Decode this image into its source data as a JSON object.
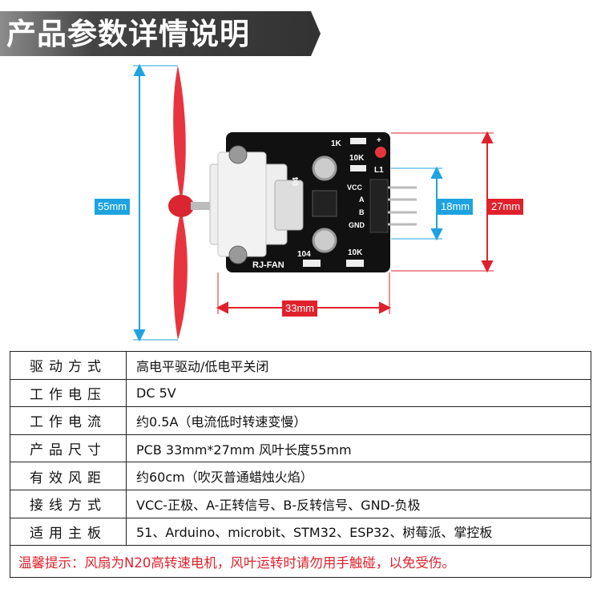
{
  "header": {
    "title": "产品参数详情说明"
  },
  "dimensions": {
    "height_fan": "55mm",
    "pin_span": "18mm",
    "board_height": "27mm",
    "board_width": "33mm"
  },
  "board": {
    "r1": "1K",
    "r2": "10K",
    "led": "L1",
    "pins": [
      "VCC",
      "A",
      "B",
      "GND"
    ],
    "chip": "04",
    "cap": "104",
    "r3": "10K",
    "name": "RJ-FAN",
    "plus": "+"
  },
  "specs": [
    {
      "key": "驱动方式",
      "value": "高电平驱动/低电平关闭"
    },
    {
      "key": "工作电压",
      "value": "DC 5V"
    },
    {
      "key": "工作电流",
      "value": "约0.5A（电流低时转速变慢）"
    },
    {
      "key": "产品尺寸",
      "value": "PCB 33mm*27mm  风叶长度55mm"
    },
    {
      "key": "有效风距",
      "value": "约60cm（吹灭普通蜡烛火焰）"
    },
    {
      "key": "接线方式",
      "value": "VCC-正极、A-正转信号、B-反转信号、GND-负极"
    },
    {
      "key": "适用主板",
      "value": "51、Arduino、microbit、STM32、ESP32、树莓派、掌控板"
    }
  ],
  "warning": "温馨提示：风扇为N20高转速电机，风叶运转时请勿用手触碰，以免受伤。"
}
